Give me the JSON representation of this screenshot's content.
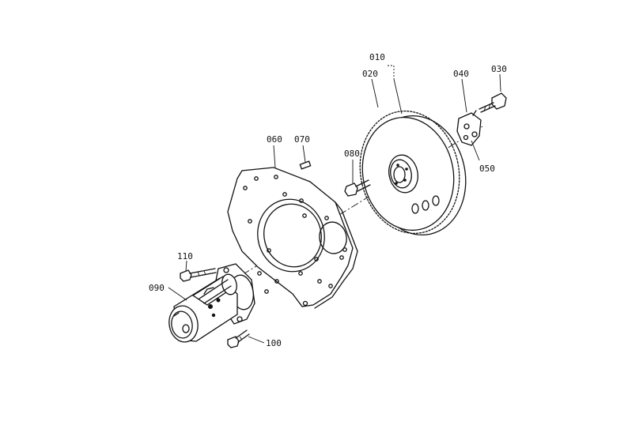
{
  "callouts": {
    "c010": "010",
    "c020": "020",
    "c030": "030",
    "c040": "040",
    "c050": "050",
    "c060": "060",
    "c070": "070",
    "c080": "080",
    "c090": "090",
    "c100": "100",
    "c110": "110"
  }
}
